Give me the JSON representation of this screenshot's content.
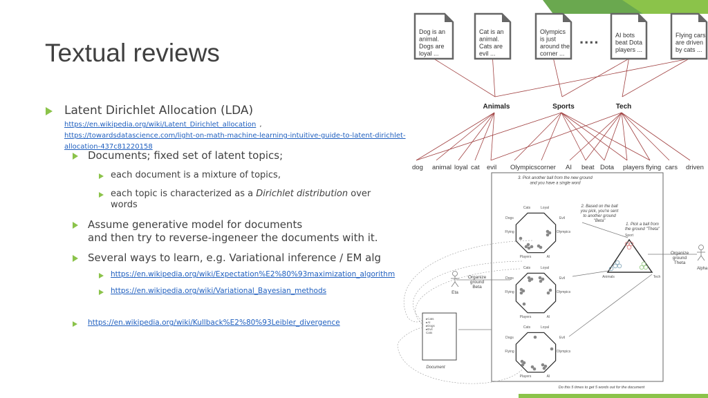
{
  "slide": {
    "title": "Textual reviews",
    "bullets": {
      "lda": "Latent Dirichlet Allocation (LDA)",
      "lda_link1": "https://en.wikipedia.org/wiki/Latent_Dirichlet_allocation",
      "lda_sep": ",",
      "lda_link2a": "https://towardsdatascience.com/light-on-math-machine-learning-intuitive-guide-to-latent-dirichlet-",
      "lda_link2b": "allocation-437c81220158",
      "documents": "Documents; fixed set of latent topics;",
      "mixture": "each document is a mixture of topics,",
      "topic_char_pre": "each topic is characterized as a ",
      "topic_char_em": "Dirichlet distribution",
      "topic_char_post": " over",
      "topic_char_line2": "words",
      "generative1": "Assume generative model for documents",
      "generative2": "and then try to reverse-ingeneer the documents with it.",
      "learn": "Several ways to learn, e.g. Variational inference / EM alg",
      "em_link": "https://en.wikipedia.org/wiki/Expectation%E2%80%93maximization_algorithm",
      "vb_link": "https://en.wikipedia.org/wiki/Variational_Bayesian_methods",
      "kl_link": "https://en.wikipedia.org/wiki/Kullback%E2%80%93Leibler_divergence"
    }
  },
  "topic_diagram": {
    "documents": [
      [
        "Dog is an",
        "animal.",
        "Dogs are",
        "loyal ..."
      ],
      [
        "Cat is an",
        "animal.",
        "Cats are",
        "evil ..."
      ],
      [
        "Olympics",
        "is just",
        "around the",
        "corner ..."
      ],
      [
        "AI bots",
        "beat Dota",
        "players ..."
      ],
      [
        "Flying cars",
        "are driven",
        "by cats ..."
      ]
    ],
    "ellipsis": "....",
    "topics": [
      "Animals",
      "Sports",
      "Tech"
    ],
    "words": [
      "dog",
      "animal",
      "loyal",
      "cat",
      "evil",
      "Olympics",
      "corner",
      "AI",
      "beat",
      "Dota",
      "players",
      "flying",
      "cars",
      "driven"
    ]
  },
  "generative_diagram": {
    "step3": [
      "3. Pick another ball from the new ground",
      "and you have a single word"
    ],
    "step2": [
      "2. Based on the ball",
      "you pick, you're sent",
      "to another ground",
      "\"Beta\""
    ],
    "step1": [
      "1. Pick a ball from",
      "the ground \"Theta\""
    ],
    "octagon_labels": [
      "Cats",
      "Loyal",
      "Evil",
      "Olympics",
      "AI",
      "Players",
      "Flying",
      "Dogs"
    ],
    "triangle_labels": [
      "Sport",
      "Animals",
      "Tech"
    ],
    "organize_theta": [
      "Organize",
      "ground",
      "Theta"
    ],
    "organize_beta": [
      "Organize",
      "ground",
      "Beta"
    ],
    "alpha": "Alpha",
    "eta": "Eta",
    "document_words": [
      "Cats",
      "AI",
      "Dogs",
      "Evil",
      "Cats"
    ],
    "document_label": "Document",
    "footer": "Do this 5 times to get 5 words out for the document"
  },
  "colors": {
    "accent": "#8bc34a",
    "link": "#1f5fbf",
    "edge": "#a04040"
  }
}
